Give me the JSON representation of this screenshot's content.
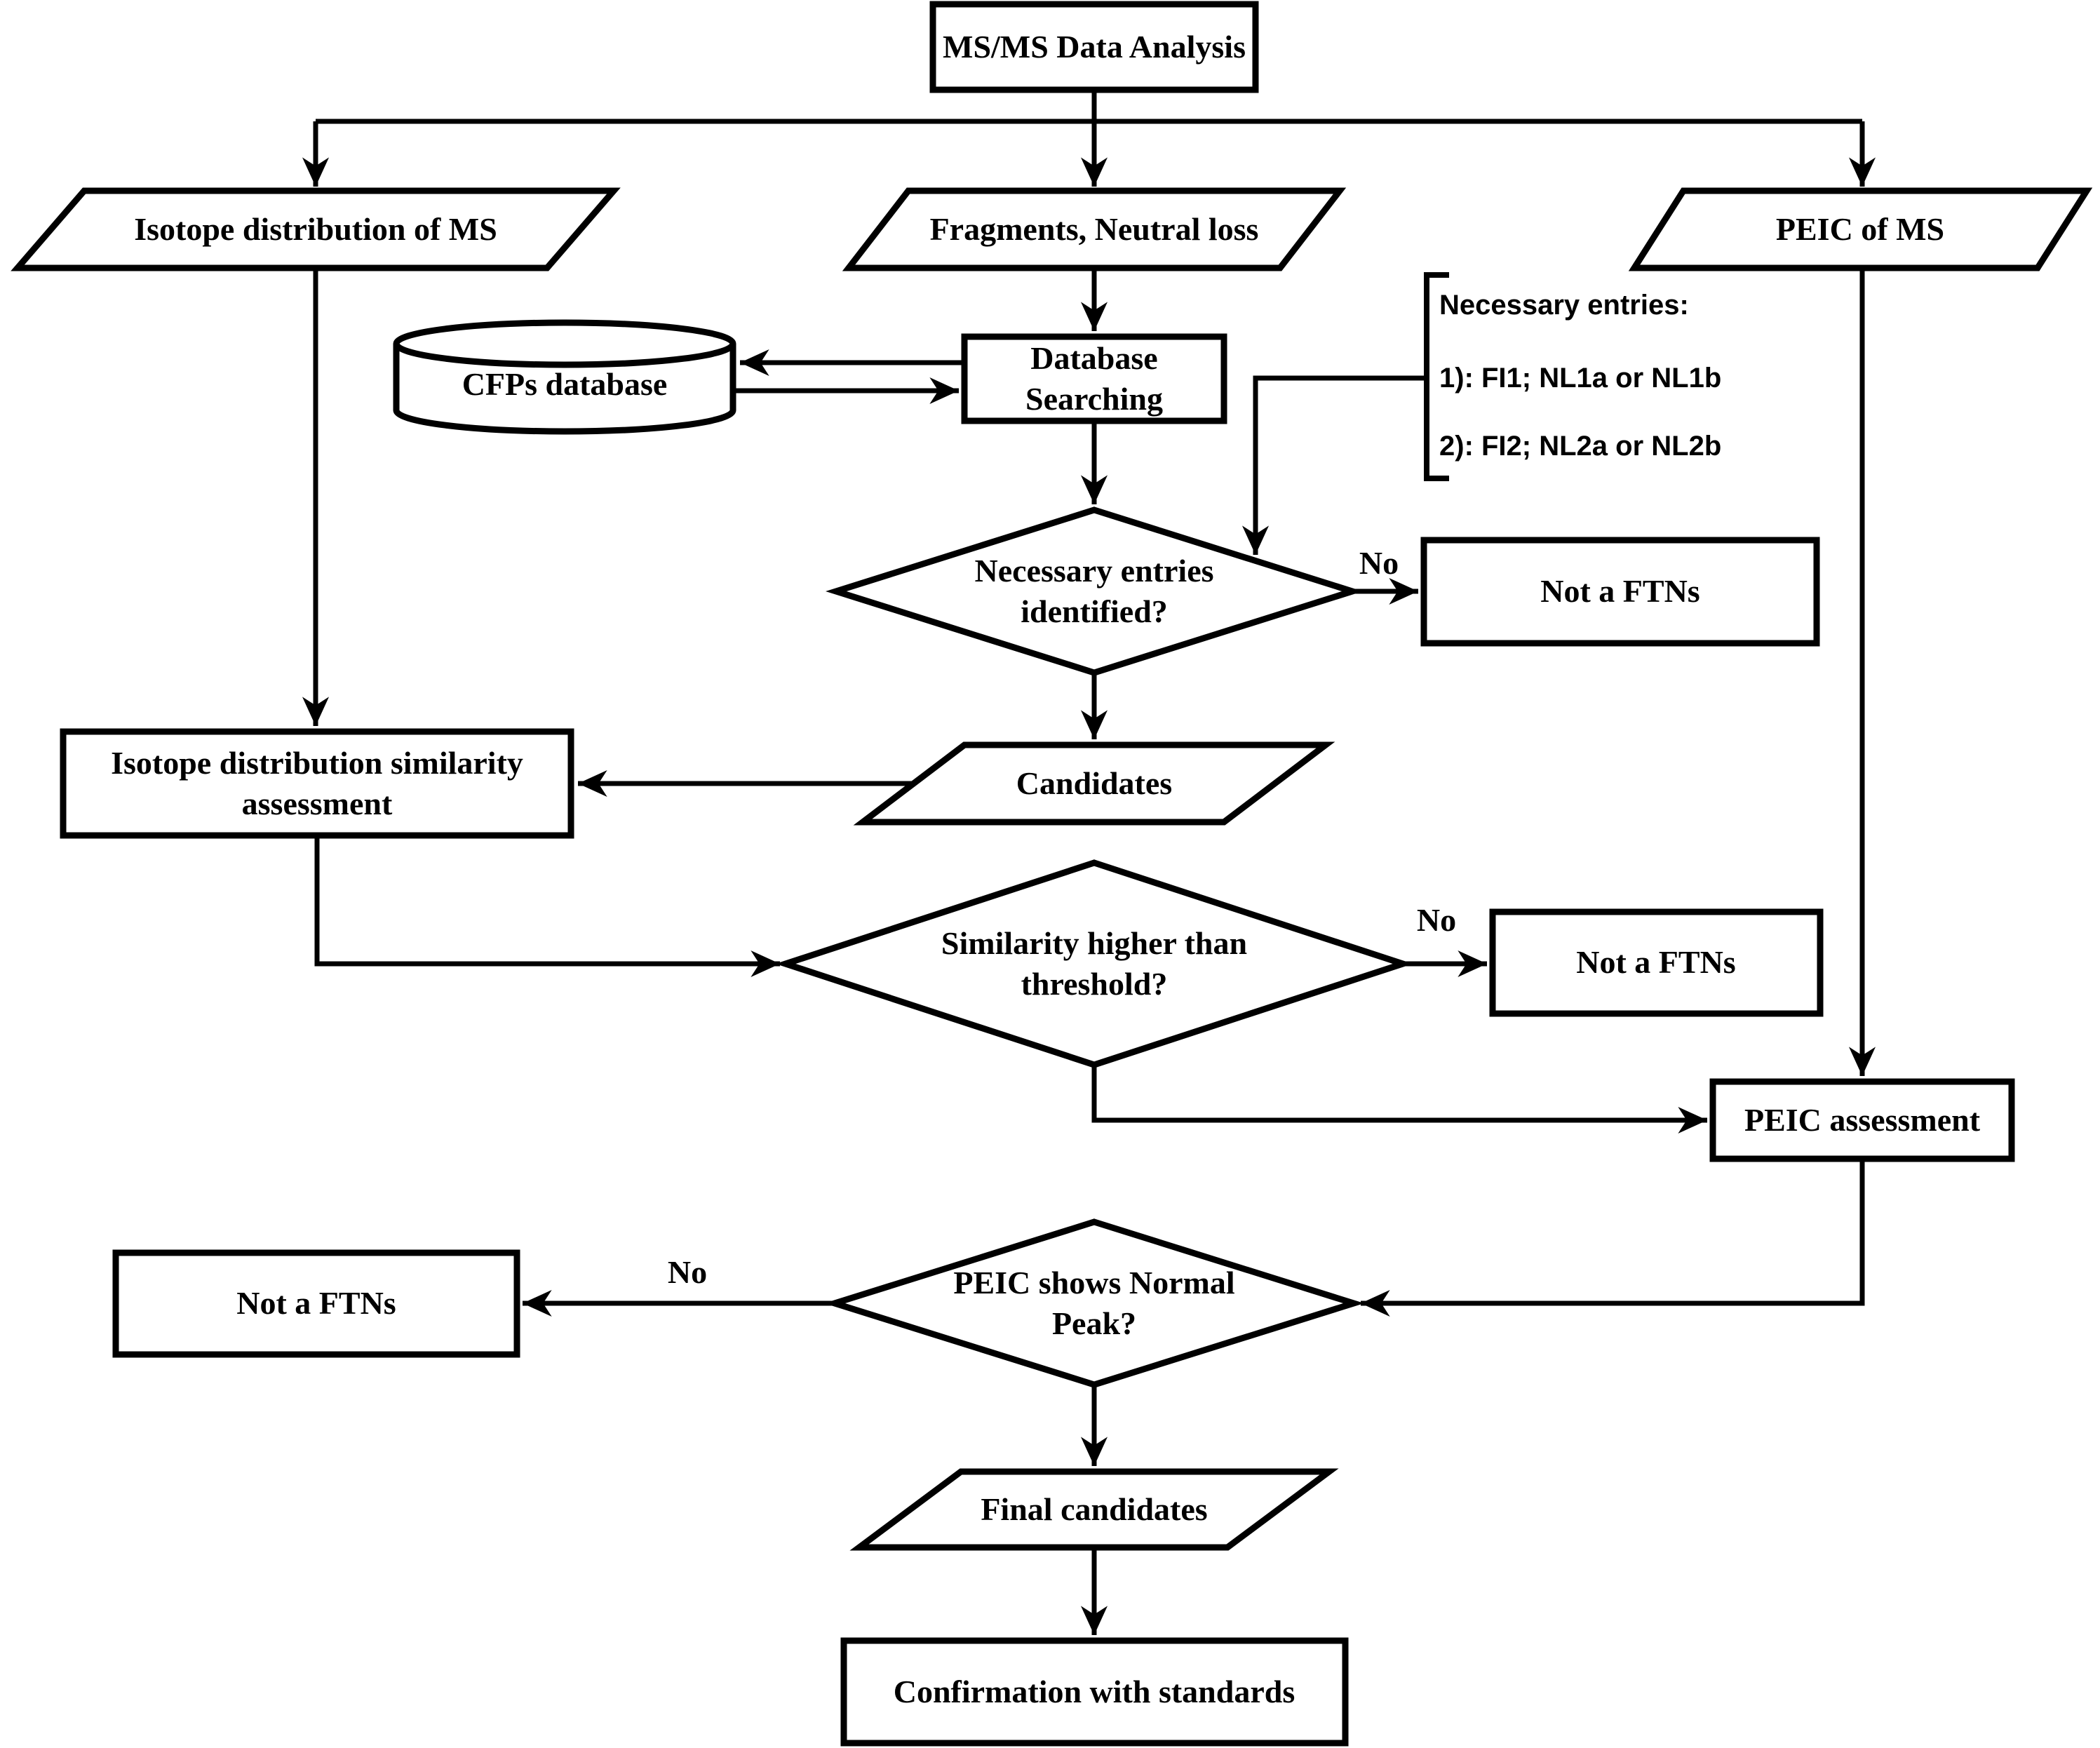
{
  "figure": {
    "type": "flowchart",
    "background": "#ffffff",
    "ink": "#000000"
  },
  "nodes": {
    "start": {
      "label": "MS/MS Data Analysis",
      "shape": "rect"
    },
    "isotope_input": {
      "label": "Isotope distribution of MS",
      "shape": "parallelogram"
    },
    "fragments_input": {
      "label": "Fragments, Neutral loss",
      "shape": "parallelogram"
    },
    "peic_input": {
      "label": "PEIC of MS",
      "shape": "parallelogram"
    },
    "cfps_database": {
      "label": "CFPs database",
      "shape": "cylinder"
    },
    "database_searching": {
      "label": "Database Searching",
      "shape": "rect"
    },
    "necessary_entries_q": {
      "label": "Necessary entries identified?",
      "shape": "diamond"
    },
    "not_ftn_1": {
      "label": "Not a FTNs",
      "shape": "rect"
    },
    "candidates": {
      "label": "Candidates",
      "shape": "parallelogram"
    },
    "similarity_assessment": {
      "label": "Isotope distribution similarity assessment",
      "shape": "rect"
    },
    "similarity_q": {
      "label": "Similarity higher than threshold?",
      "shape": "diamond"
    },
    "not_ftn_2": {
      "label": "Not a FTNs",
      "shape": "rect"
    },
    "peic_assessment": {
      "label": "PEIC assessment",
      "shape": "rect"
    },
    "peic_q": {
      "label": "PEIC shows Normal Peak?",
      "shape": "diamond"
    },
    "not_ftn_3": {
      "label": "Not a FTNs",
      "shape": "rect"
    },
    "final_candidates": {
      "label": "Final candidates",
      "shape": "parallelogram"
    },
    "confirmation": {
      "label": "Confirmation with standards",
      "shape": "rect"
    }
  },
  "note": {
    "title": "Necessary entries:",
    "items": [
      "1): FI1; NL1a or NL1b",
      "2): FI2; NL2a or NL2b"
    ]
  },
  "edge_labels": {
    "no_1": "No",
    "no_2": "No",
    "no_3": "No"
  }
}
